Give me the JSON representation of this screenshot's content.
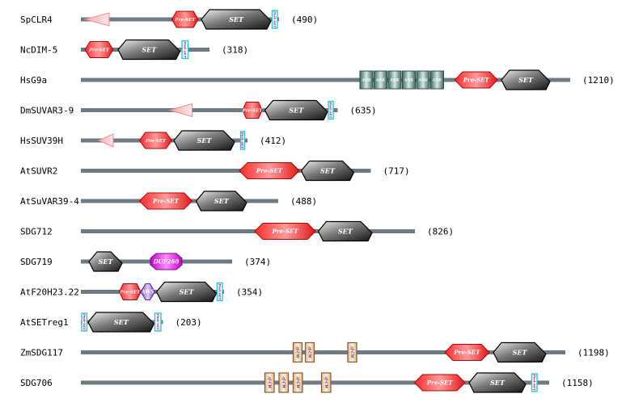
{
  "proteins": [
    {
      "name": "SpCLR4",
      "length": "(490)",
      "len": 490,
      "domains": [
        {
          "type": "chromo",
          "label": "",
          "start": 10,
          "end": 70
        },
        {
          "type": "preset",
          "label": "Pre-SET",
          "start": 225,
          "end": 290
        },
        {
          "type": "set",
          "label": "SET",
          "start": 298,
          "end": 470
        },
        {
          "type": "postset",
          "label": "Post-SET",
          "start": 473,
          "end": 486
        }
      ]
    },
    {
      "name": "NcDIM-5",
      "length": "(318)",
      "len": 318,
      "domains": [
        {
          "type": "preset",
          "label": "Pre-SET",
          "start": 10,
          "end": 80
        },
        {
          "type": "set",
          "label": "SET",
          "start": 92,
          "end": 245
        },
        {
          "type": "postset",
          "label": "Post-SET",
          "start": 250,
          "end": 265
        }
      ]
    },
    {
      "name": "HsG9a",
      "length": "(1210)",
      "len": 1210,
      "domains": [
        {
          "type": "ank",
          "label": "ANK",
          "start": 690,
          "end": 722
        },
        {
          "type": "ank",
          "label": "ANK",
          "start": 725,
          "end": 757
        },
        {
          "type": "ank",
          "label": "ANK",
          "start": 760,
          "end": 792
        },
        {
          "type": "ank",
          "label": "ANK",
          "start": 795,
          "end": 827
        },
        {
          "type": "ank",
          "label": "ANK",
          "start": 830,
          "end": 862
        },
        {
          "type": "ank",
          "label": "ANK",
          "start": 865,
          "end": 897
        },
        {
          "type": "preset",
          "label": "Pre-SET",
          "start": 925,
          "end": 1030
        },
        {
          "type": "set",
          "label": "SET",
          "start": 1040,
          "end": 1160
        }
      ]
    },
    {
      "name": "DmSUVAR3-9",
      "length": "(635)",
      "len": 635,
      "domains": [
        {
          "type": "chromo",
          "label": "",
          "start": 220,
          "end": 275
        },
        {
          "type": "preset",
          "label": "Pre-SET",
          "start": 400,
          "end": 448
        },
        {
          "type": "set",
          "label": "SET",
          "start": 455,
          "end": 610
        },
        {
          "type": "postset",
          "label": "Post-SET",
          "start": 612,
          "end": 624
        }
      ]
    },
    {
      "name": "HsSUV39H",
      "length": "(412)",
      "len": 412,
      "domains": [
        {
          "type": "chromo",
          "label": "",
          "start": 44,
          "end": 80
        },
        {
          "type": "preset",
          "label": "Pre-SET",
          "start": 145,
          "end": 225
        },
        {
          "type": "set",
          "label": "SET",
          "start": 230,
          "end": 380
        },
        {
          "type": "postset",
          "label": "Post-SET",
          "start": 395,
          "end": 404
        }
      ]
    },
    {
      "name": "AtSUVR2",
      "length": "(717)",
      "len": 717,
      "domains": [
        {
          "type": "preset",
          "label": "Pre-SET",
          "start": 392,
          "end": 540
        },
        {
          "type": "set",
          "label": "SET",
          "start": 545,
          "end": 675
        }
      ]
    },
    {
      "name": "AtSuVAR39-4",
      "length": "(488)",
      "len": 488,
      "domains": [
        {
          "type": "preset",
          "label": "Pre-SET",
          "start": 145,
          "end": 275
        },
        {
          "type": "set",
          "label": "SET",
          "start": 285,
          "end": 410
        }
      ]
    },
    {
      "name": "SDG712",
      "length": "(826)",
      "len": 826,
      "domains": [
        {
          "type": "preset",
          "label": "Pre-SET",
          "start": 430,
          "end": 580
        },
        {
          "type": "set",
          "label": "SET",
          "start": 587,
          "end": 720
        }
      ]
    },
    {
      "name": "SDG719",
      "length": "(374)",
      "len": 374,
      "domains": [
        {
          "type": "set",
          "label": "SET",
          "start": 20,
          "end": 102
        },
        {
          "type": "duf",
          "label": "DUF260",
          "start": 172,
          "end": 250
        }
      ]
    },
    {
      "name": "AtF20H23.22",
      "length": "(354)",
      "len": 354,
      "domains": [
        {
          "type": "preset",
          "label": "Pre-SET",
          "start": 95,
          "end": 148
        },
        {
          "type": "aws",
          "label": "AWS",
          "start": 148,
          "end": 183
        },
        {
          "type": "set",
          "label": "SET",
          "start": 187,
          "end": 335
        },
        {
          "type": "postset",
          "label": "Post-SET",
          "start": 337,
          "end": 350
        }
      ]
    },
    {
      "name": "AtSETreg1",
      "length": "(203)",
      "len": 203,
      "domains": [
        {
          "type": "postset",
          "label": "Post-SET",
          "start": 2,
          "end": 15
        },
        {
          "type": "set",
          "label": "SET",
          "start": 18,
          "end": 181
        },
        {
          "type": "postset",
          "label": "Post-SET",
          "start": 183,
          "end": 198
        }
      ]
    },
    {
      "name": "ZmSDG117",
      "length": "(1198)",
      "len": 1198,
      "domains": [
        {
          "type": "zf",
          "label": "zf-CW",
          "start": 525,
          "end": 547
        },
        {
          "type": "zf",
          "label": "zf-CW",
          "start": 555,
          "end": 577
        },
        {
          "type": "zf",
          "label": "zf-CW",
          "start": 660,
          "end": 682
        },
        {
          "type": "preset",
          "label": "Pre-SET",
          "start": 900,
          "end": 1010
        },
        {
          "type": "set",
          "label": "SET",
          "start": 1020,
          "end": 1150
        }
      ]
    },
    {
      "name": "SDG706",
      "length": "(1158)",
      "len": 1158,
      "domains": [
        {
          "type": "zf",
          "label": "zf-CW",
          "start": 455,
          "end": 478
        },
        {
          "type": "zf",
          "label": "zf-CW",
          "start": 490,
          "end": 513
        },
        {
          "type": "zf",
          "label": "zf-CW",
          "start": 525,
          "end": 548
        },
        {
          "type": "zf",
          "label": "zf-CW",
          "start": 595,
          "end": 618
        },
        {
          "type": "preset",
          "label": "Pre-SET",
          "start": 825,
          "end": 950
        },
        {
          "type": "set",
          "label": "SET",
          "start": 960,
          "end": 1100
        },
        {
          "type": "postset",
          "label": "Post-SET",
          "start": 1115,
          "end": 1128
        }
      ]
    }
  ],
  "colors": {
    "backbone": "#6e7b84",
    "preset_fill": "#ee3b3b",
    "preset_stroke": "#b00000",
    "set_fill_light": "#e4e4e4",
    "set_fill_dark": "#202020",
    "chromo_fill": "#fbd2d6",
    "chromo_stroke": "#f08a95",
    "ank_fill": "#6f9d91",
    "postset_stroke": "#2fc4d8",
    "duf_fill": "#e020e8",
    "aws_fill": "#a070d8",
    "zf_fill": "#e8d0a8",
    "zf_stroke": "#8a5a30"
  }
}
